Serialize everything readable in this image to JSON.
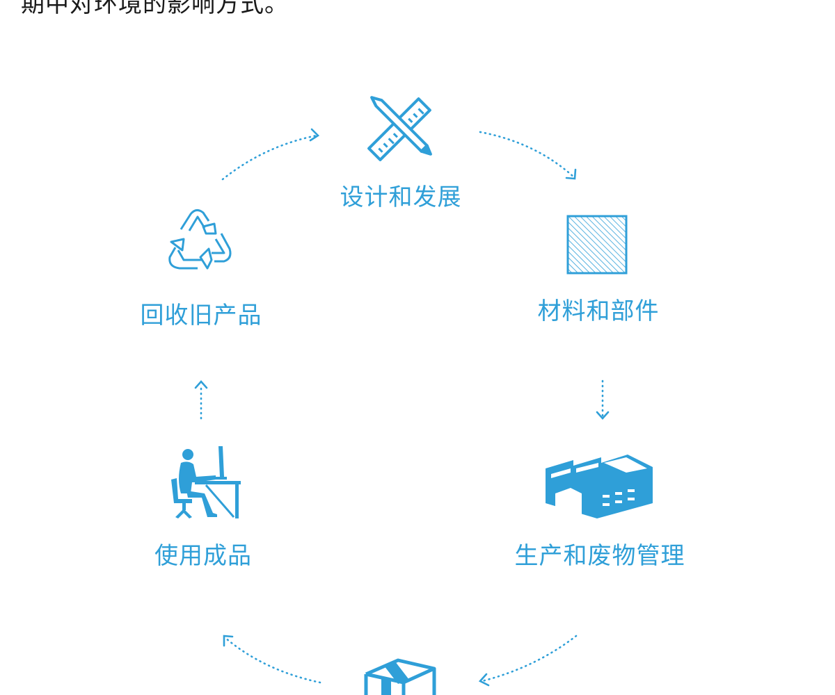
{
  "intro_text": "期中对环境的影响方式。",
  "accent_color": "#2f9fd8",
  "stages": {
    "design": {
      "label": "设计和发展",
      "icon": "pencil-ruler-icon"
    },
    "materials": {
      "label": "材料和部件",
      "icon": "hatched-square-icon"
    },
    "production": {
      "label": "生产和废物管理",
      "icon": "factory-icon"
    },
    "distribution": {
      "label": "",
      "icon": "box-icon"
    },
    "use": {
      "label": "使用成品",
      "icon": "person-at-desk-icon"
    },
    "recycle": {
      "label": "回收旧产品",
      "icon": "recycle-icon"
    }
  }
}
